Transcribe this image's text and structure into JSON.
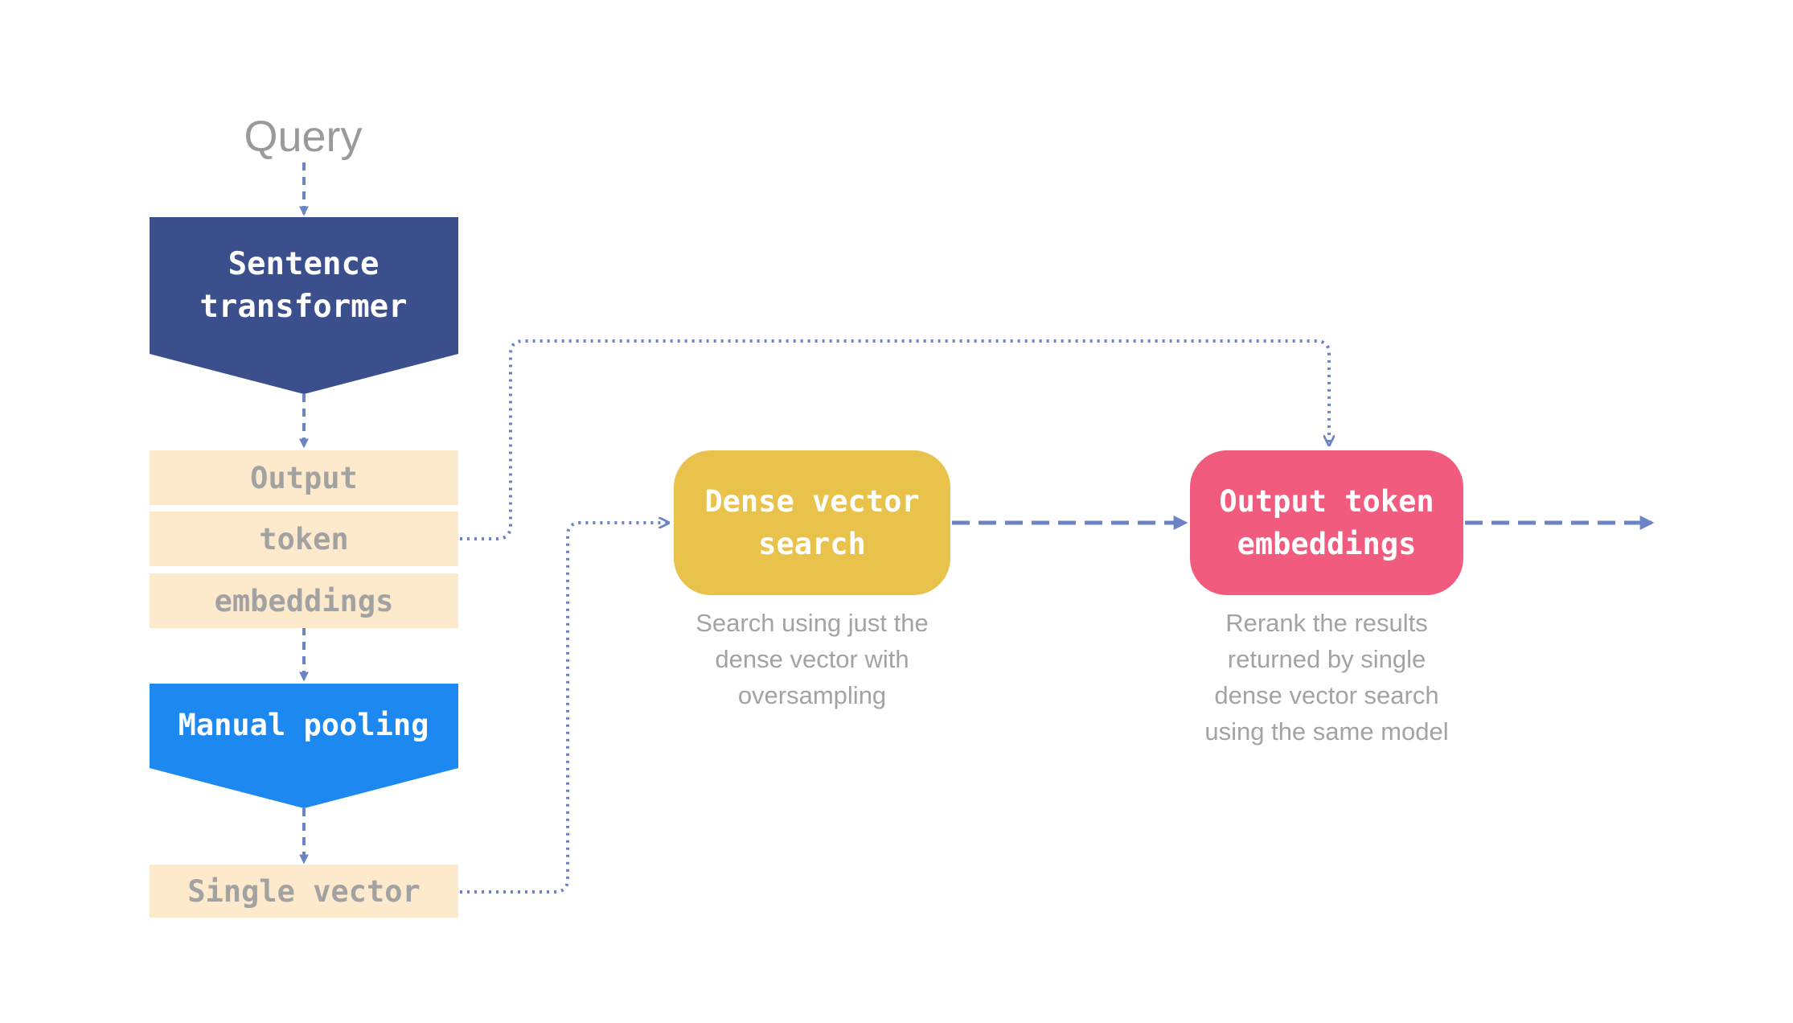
{
  "diagram": {
    "query": "Query",
    "sentence_transformer": "Sentence\ntransformer",
    "output_token_embeddings_chunks": [
      "Output",
      "token",
      "embeddings"
    ],
    "manual_pooling": "Manual pooling",
    "single_vector": "Single vector",
    "dense_vector_search": {
      "title": "Dense vector\nsearch",
      "caption": "Search using just the\ndense vector with\noversampling"
    },
    "rerank": {
      "title": "Output token\nembeddings",
      "caption": "Rerank the results\nreturned by single\ndense vector search\nusing the same model"
    }
  },
  "colors": {
    "sentence_transformer": "#3a4f8c",
    "manual_pooling": "#1c88f0",
    "output_block_fill": "#fde9cb",
    "dense_vector_search": "#e8c24a",
    "output_token_embeddings": "#f15b7e",
    "connector": "#6d84c4",
    "muted_text": "#a3a3a3"
  }
}
